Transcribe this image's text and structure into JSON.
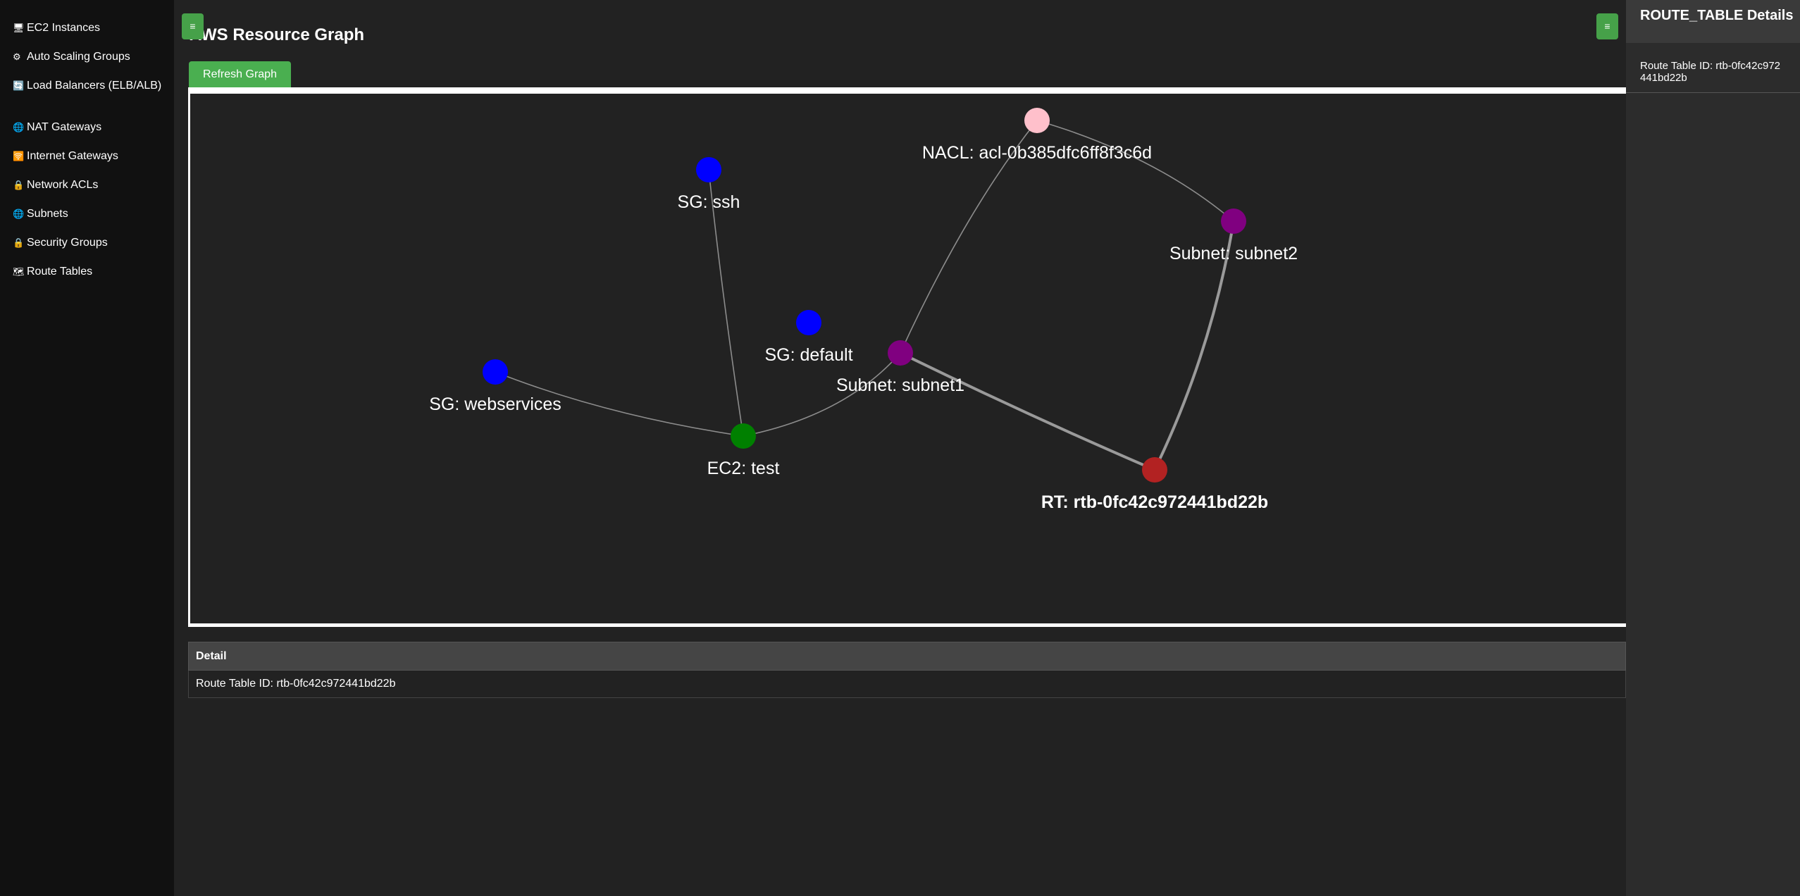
{
  "sidebar": {
    "items": [
      {
        "icon": "🖥",
        "icon_name": "computer-icon",
        "label": "EC2 Instances"
      },
      {
        "icon": "⚙",
        "icon_name": "gear-icon",
        "label": "Auto Scaling Groups"
      },
      {
        "icon": "🔄",
        "icon_name": "load-balancer-icon",
        "label": "Load Balancers (ELB/ALB)"
      },
      {
        "icon": "🌐",
        "icon_name": "globe-icon",
        "label": "NAT Gateways"
      },
      {
        "icon": "🛜",
        "icon_name": "wifi-icon",
        "label": "Internet Gateways"
      },
      {
        "icon": "🔒",
        "icon_name": "lock-icon",
        "label": "Network ACLs"
      },
      {
        "icon": "🌐",
        "icon_name": "globe-icon",
        "label": "Subnets"
      },
      {
        "icon": "🔒",
        "icon_name": "lock-icon",
        "label": "Security Groups"
      },
      {
        "icon": "🗺",
        "icon_name": "map-icon",
        "label": "Route Tables"
      }
    ]
  },
  "main": {
    "menu_icon": "≡",
    "title": "AWS Resource Graph",
    "refresh_label": "Refresh Graph"
  },
  "graph": {
    "nodes": [
      {
        "id": "nacl",
        "label": "NACL: acl-0b385dfc6ff8f3c6d",
        "color": "#ffc0cb"
      },
      {
        "id": "sg-ssh",
        "label": "SG: ssh",
        "color": "#0000ff"
      },
      {
        "id": "subnet2",
        "label": "Subnet: subnet2",
        "color": "#800080"
      },
      {
        "id": "sg-default",
        "label": "SG: default",
        "color": "#0000ff"
      },
      {
        "id": "subnet1",
        "label": "Subnet: subnet1",
        "color": "#800080"
      },
      {
        "id": "sg-webservices",
        "label": "SG: webservices",
        "color": "#0000ff"
      },
      {
        "id": "ec2-test",
        "label": "EC2: test",
        "color": "#008000"
      },
      {
        "id": "rt",
        "label": "RT: rtb-0fc42c972441bd22b",
        "color": "#b22222",
        "selected": true
      }
    ],
    "edges": [
      {
        "from": "nacl",
        "to": "subnet2"
      },
      {
        "from": "nacl",
        "to": "subnet1"
      },
      {
        "from": "sg-ssh",
        "to": "ec2-test"
      },
      {
        "from": "sg-webservices",
        "to": "ec2-test"
      },
      {
        "from": "ec2-test",
        "to": "subnet1"
      },
      {
        "from": "subnet1",
        "to": "rt"
      },
      {
        "from": "subnet2",
        "to": "rt"
      }
    ]
  },
  "detail_table": {
    "header": "Detail",
    "rows": [
      "Route Table ID: rtb-0fc42c972441bd22b"
    ]
  },
  "right_panel": {
    "title": "ROUTE_TABLE Details",
    "body": "Route Table ID: rtb-0fc42c972441bd22b"
  }
}
